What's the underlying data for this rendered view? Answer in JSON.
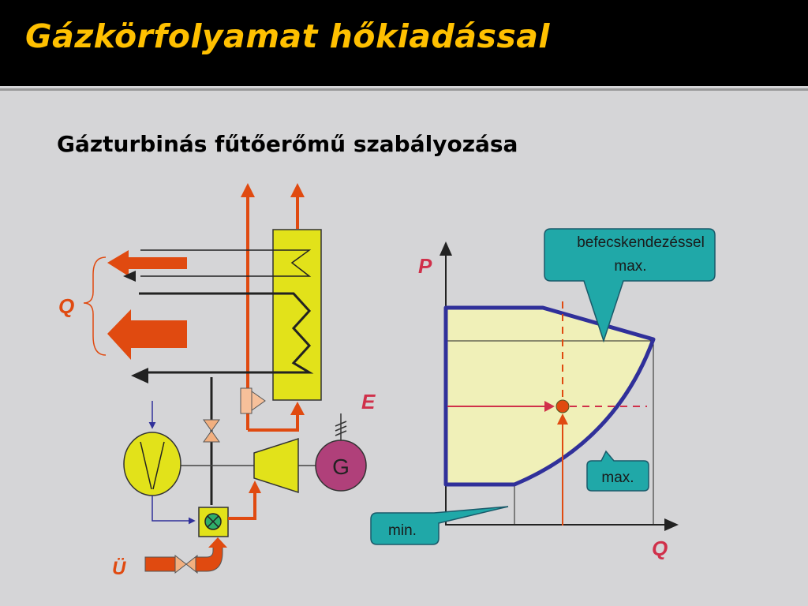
{
  "slide": {
    "title": "Gázkörfolyamat hőkiadással",
    "subtitle": "Gázturbinás fűtőerőmű szabályozása"
  },
  "schematic": {
    "heat_label": "Q",
    "fuel_label": "Ü",
    "generator_label": "G",
    "power_label": "E"
  },
  "chart": {
    "y_axis_label": "P",
    "x_axis_label": "Q",
    "callout_top": [
      "befecskendezéssel",
      "max."
    ],
    "callout_max": "max.",
    "callout_min": "min."
  },
  "colors": {
    "title": "#ffc000",
    "flow_orange": "#e04a10",
    "component_yellow": "#e2e21a",
    "generator_magenta": "#b0407a",
    "operating_region_fill": "#f0f0b8",
    "boundary_blue": "#30309a",
    "callout_teal": "#20a8a8",
    "label_red": "#d0304a"
  }
}
